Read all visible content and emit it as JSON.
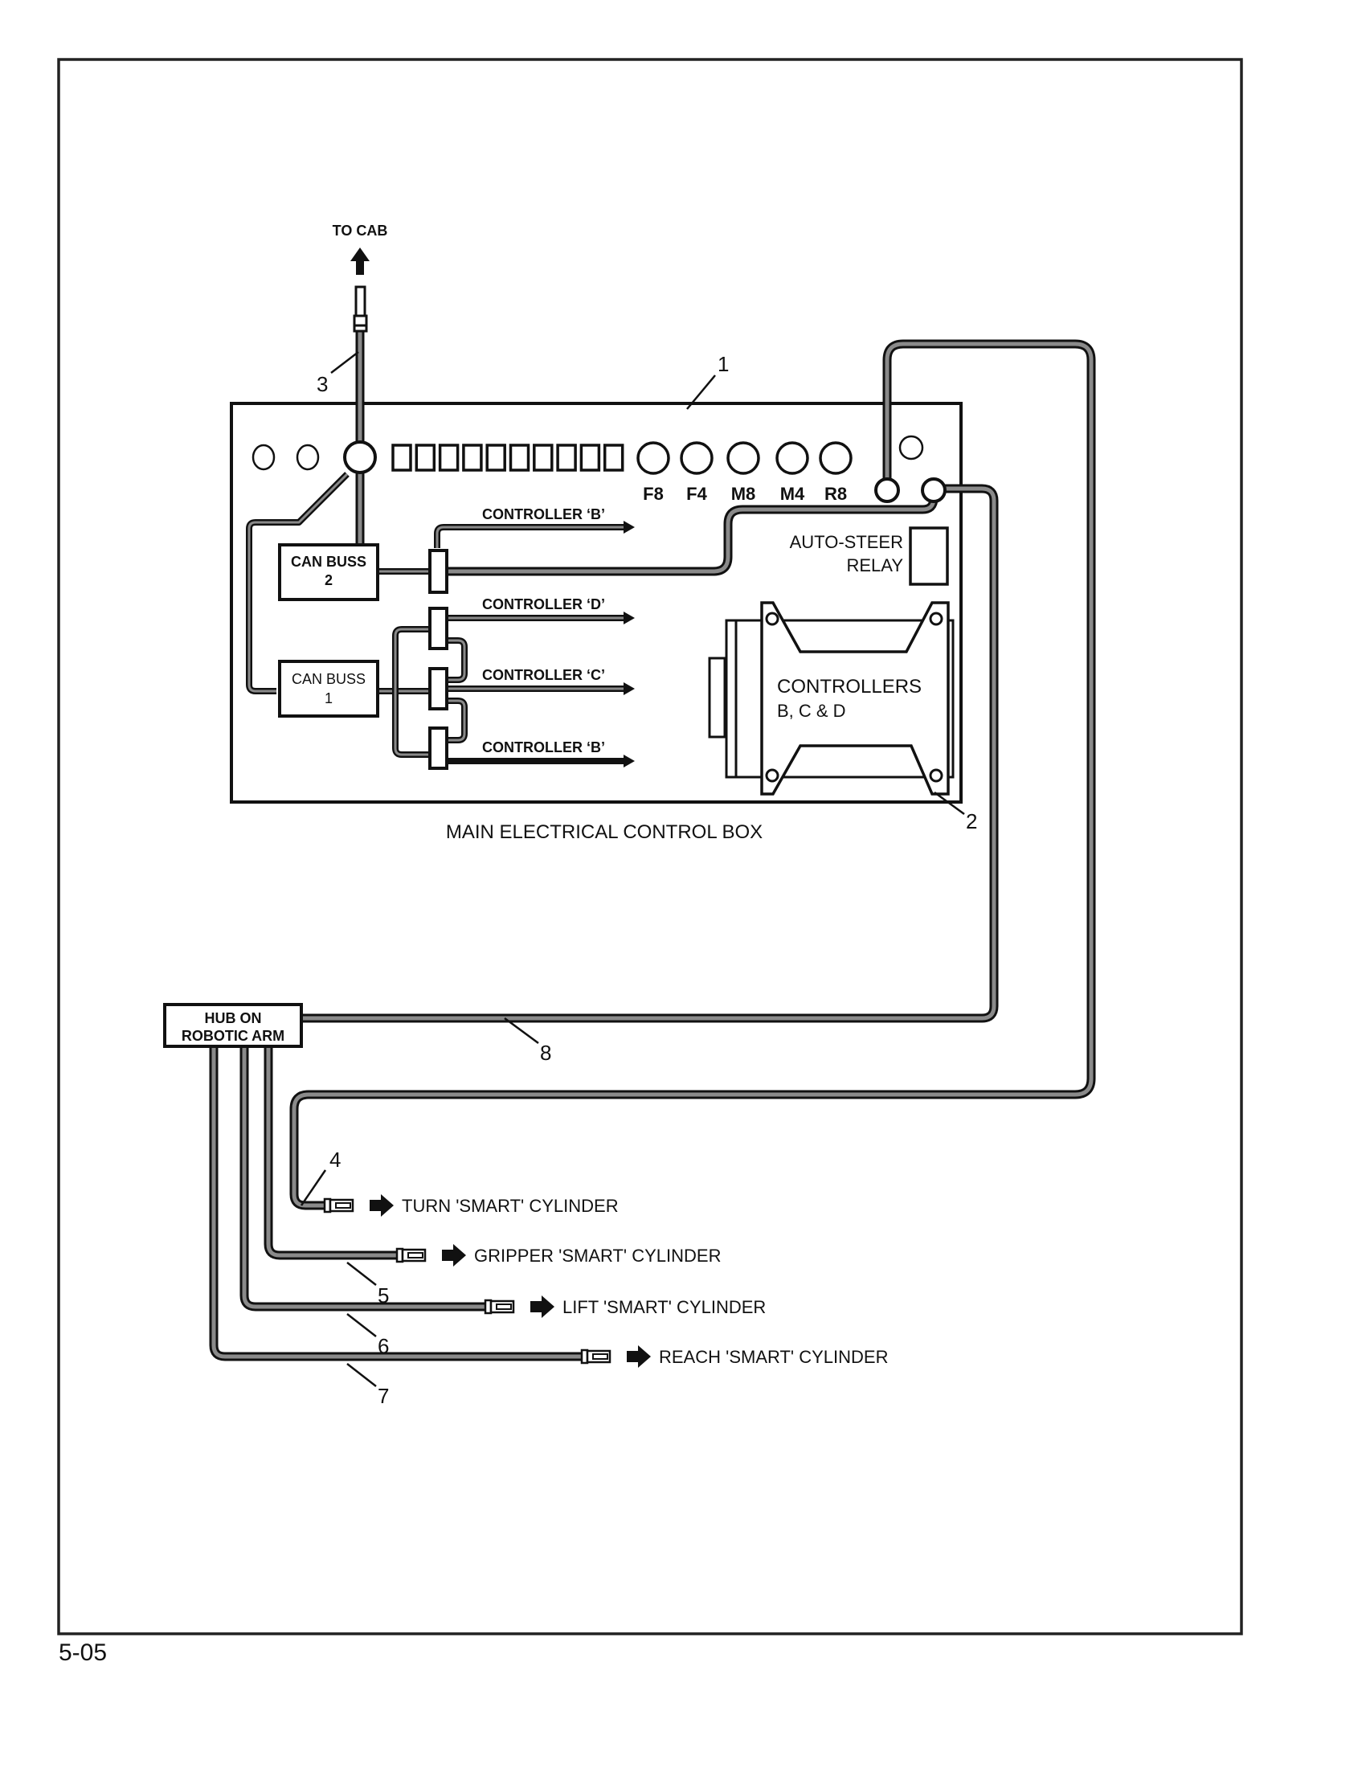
{
  "page": {
    "page_number": "5-05"
  },
  "diagram": {
    "title": "MAIN ELECTRICAL CONTROL BOX",
    "to_cab_label": "TO CAB",
    "can_buss_2": [
      "CAN BUSS",
      "2"
    ],
    "can_buss_1": [
      "CAN BUSS",
      "1"
    ],
    "controller_labels": {
      "top_b": "CONTROLLER ‘B’",
      "d": "CONTROLLER ‘D’",
      "c": "CONTROLLER ‘C’",
      "bottom_b": "CONTROLLER ‘B’"
    },
    "fuse_labels": [
      "F8",
      "F4",
      "M8",
      "M4",
      "R8"
    ],
    "relay_label": [
      "AUTO-STEER",
      "RELAY"
    ],
    "controllers_module": [
      "CONTROLLERS",
      "B, C & D"
    ],
    "hub_label": [
      "HUB ON",
      "ROBOTIC ARM"
    ],
    "cylinders": [
      {
        "callout": "4",
        "label": "TURN 'SMART' CYLINDER"
      },
      {
        "callout": "5",
        "label": "GRIPPER 'SMART' CYLINDER"
      },
      {
        "callout": "6",
        "label": "LIFT 'SMART' CYLINDER"
      },
      {
        "callout": "7",
        "label": "REACH 'SMART' CYLINDER"
      }
    ],
    "callouts": {
      "control_box": "1",
      "controllers": "2",
      "cab_cable": "3",
      "hub_cable": "8"
    },
    "colors": {
      "line": "#111111",
      "cable_fill": "#8a8a8a",
      "background": "#ffffff"
    }
  }
}
